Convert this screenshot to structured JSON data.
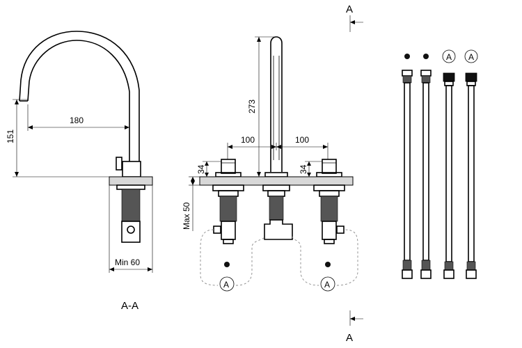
{
  "section_marker": "A",
  "section_title": "A-A",
  "dimensions": {
    "spout_reach": "180",
    "spout_height": "151",
    "min_hole": "Min 60",
    "spout_total": "273",
    "spacing_left": "100",
    "spacing_right": "100",
    "handle_height_left": "34",
    "handle_height_right": "34",
    "max_deck": "Max 50"
  },
  "hose_labels": {
    "circle_a": "A"
  }
}
